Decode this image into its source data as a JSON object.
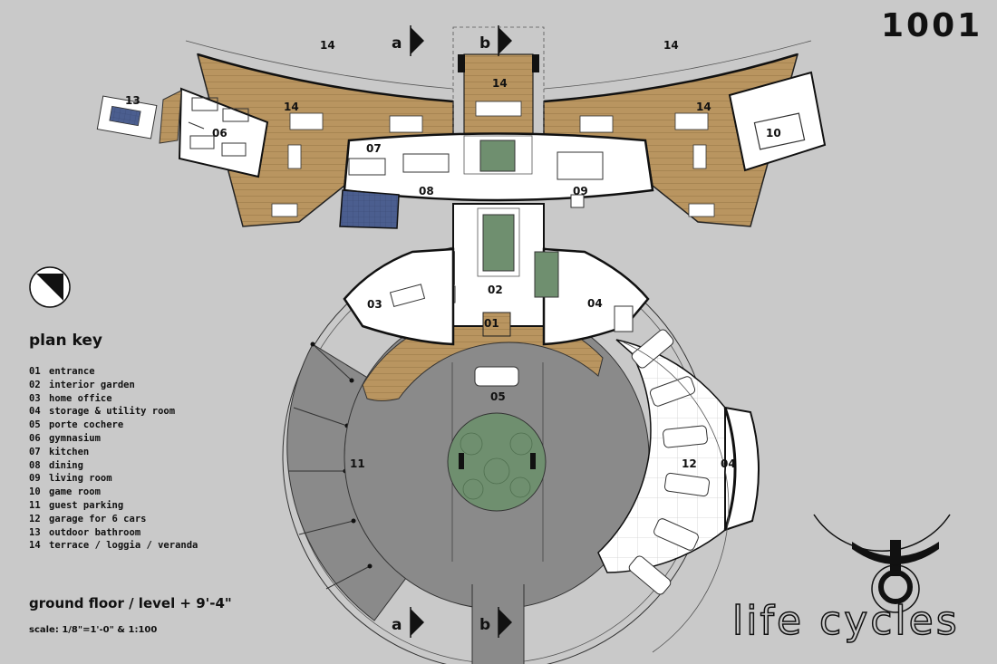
{
  "sheet": {
    "number": "1001",
    "brand": "life cycles",
    "level_title": "ground floor / level + 9'-4\"",
    "scale_note": "scale: 1/8\"=1'-0\" & 1:100"
  },
  "section_marks": [
    "a",
    "b"
  ],
  "plan_key": {
    "title": "plan key",
    "items": [
      {
        "num": "01",
        "name": "entrance"
      },
      {
        "num": "02",
        "name": "interior garden"
      },
      {
        "num": "03",
        "name": "home office"
      },
      {
        "num": "04",
        "name": "storage & utility room"
      },
      {
        "num": "05",
        "name": "porte cochere"
      },
      {
        "num": "06",
        "name": "gymnasium"
      },
      {
        "num": "07",
        "name": "kitchen"
      },
      {
        "num": "08",
        "name": "dining"
      },
      {
        "num": "09",
        "name": "living room"
      },
      {
        "num": "10",
        "name": "game room"
      },
      {
        "num": "11",
        "name": "guest parking"
      },
      {
        "num": "12",
        "name": "garage for 6 cars"
      },
      {
        "num": "13",
        "name": "outdoor bathroom"
      },
      {
        "num": "14",
        "name": "terrace / loggia / veranda"
      }
    ]
  },
  "room_tags": {
    "t01": "01",
    "t02": "02",
    "t03": "03",
    "t04a": "04",
    "t04b": "04",
    "t05": "05",
    "t06": "06",
    "t07": "07",
    "t08": "08",
    "t09": "09",
    "t10": "10",
    "t11": "11",
    "t12": "12",
    "t13": "13",
    "t14a": "14",
    "t14b": "14",
    "t14c": "14",
    "t14d": "14",
    "t14e": "14"
  },
  "colors": {
    "background": "#c9c9c9",
    "wood_deck": "#b99560",
    "paving": "#8a8a8a",
    "interior_floor": "#ffffff",
    "garden": "#6f8f6f",
    "tile_blue": "#4b5e8f",
    "wall": "#111111"
  }
}
